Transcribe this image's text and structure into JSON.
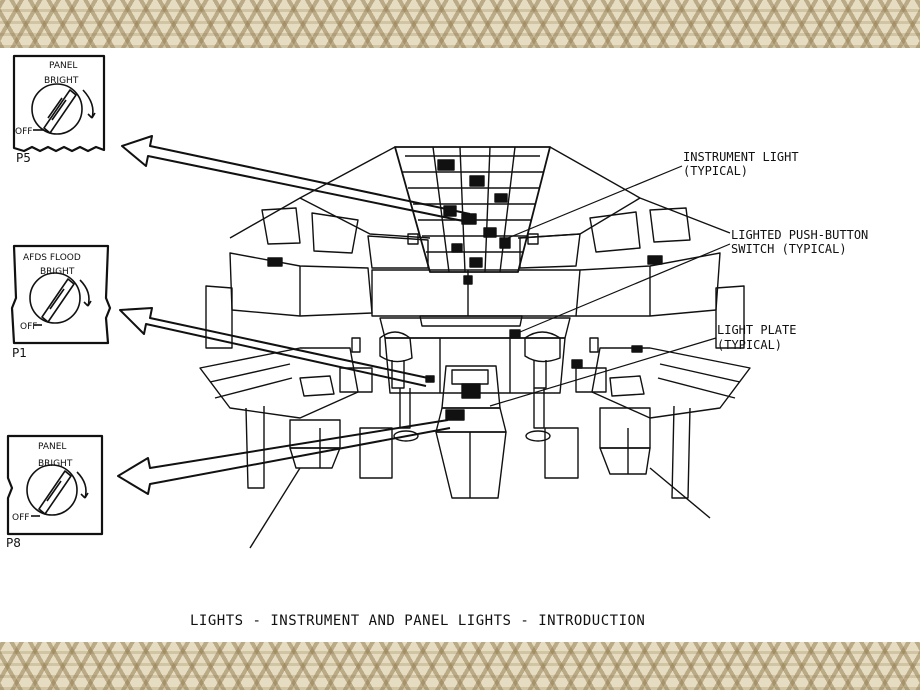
{
  "panels": [
    {
      "title": "PANEL",
      "knob_label": "BRIGHT",
      "off_label": "OFF",
      "tag": "P5"
    },
    {
      "title": "AFDS FLOOD",
      "knob_label": "BRIGHT",
      "off_label": "OFF",
      "tag": "P1"
    },
    {
      "title": "PANEL",
      "knob_label": "BRIGHT",
      "off_label": "OFF",
      "tag": "P8"
    }
  ],
  "callouts": {
    "instrument_light": [
      "INSTRUMENT LIGHT",
      "(TYPICAL)"
    ],
    "push_button": [
      "LIGHTED PUSH-BUTTON",
      "SWITCH (TYPICAL)"
    ],
    "light_plate": [
      "LIGHT PLATE",
      "(TYPICAL)"
    ]
  },
  "caption": "LIGHTS - INSTRUMENT AND PANEL LIGHTS - INTRODUCTION"
}
